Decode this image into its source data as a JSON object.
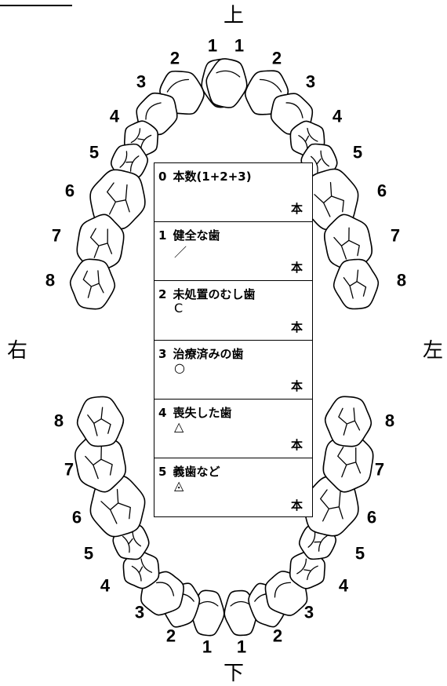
{
  "directions": {
    "top": "上",
    "bottom": "下",
    "left": "右",
    "right": "左"
  },
  "upper_right_numbers": [
    "1",
    "2",
    "3",
    "4",
    "5",
    "6",
    "7",
    "8"
  ],
  "upper_left_numbers": [
    "1",
    "2",
    "3",
    "4",
    "5",
    "6",
    "7",
    "8"
  ],
  "lower_right_numbers": [
    "1",
    "2",
    "3",
    "4",
    "5",
    "6",
    "7",
    "8"
  ],
  "lower_left_numbers": [
    "1",
    "2",
    "3",
    "4",
    "5",
    "6",
    "7",
    "8"
  ],
  "table": {
    "rows": [
      {
        "code": "0",
        "title": "本数(1+2+3)",
        "symbol": "",
        "unit": "本"
      },
      {
        "code": "1",
        "title": "健全な歯",
        "symbol": "／",
        "unit": "本"
      },
      {
        "code": "2",
        "title": "未処置のむし歯",
        "symbol": "C",
        "unit": "本"
      },
      {
        "code": "3",
        "title": "治療済みの歯",
        "symbol": "○",
        "unit": "本"
      },
      {
        "code": "4",
        "title": "喪失した歯",
        "symbol": "△",
        "unit": "本"
      },
      {
        "code": "5",
        "title": "義歯など",
        "symbol": "◬",
        "unit": "本"
      }
    ]
  }
}
